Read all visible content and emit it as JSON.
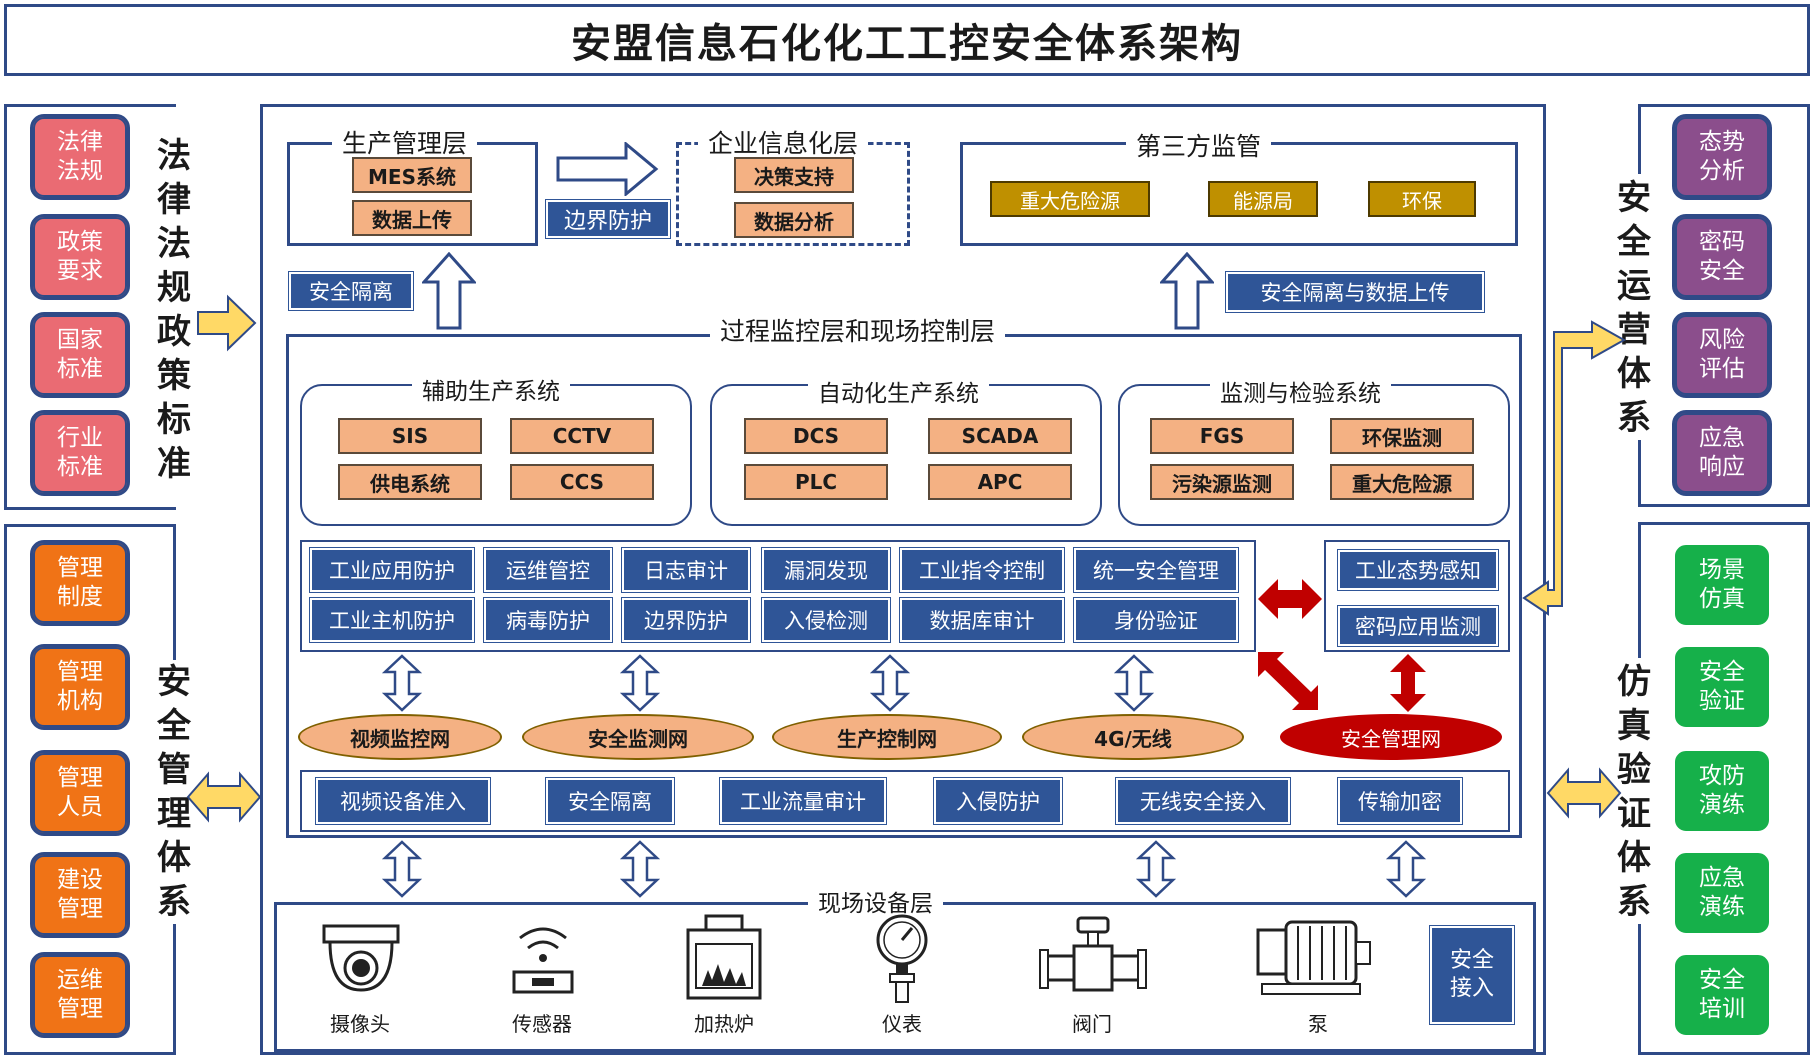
{
  "title": "安盟信息石化化工工控安全体系架构",
  "left_panels": {
    "law": {
      "vertical_title": [
        "法",
        "律",
        "法",
        "规",
        "政",
        "策",
        "标",
        "准"
      ],
      "items": [
        "法律\n法规",
        "政策\n要求",
        "国家\n标准",
        "行业\n标准"
      ]
    },
    "management": {
      "vertical_title": [
        "安",
        "全",
        "管",
        "理",
        "体",
        "系"
      ],
      "items": [
        "管理\n制度",
        "管理\n机构",
        "管理\n人员",
        "建设\n管理",
        "运维\n管理"
      ]
    }
  },
  "right_panels": {
    "operation": {
      "vertical_title": [
        "安",
        "全",
        "运",
        "营",
        "体",
        "系"
      ],
      "items": [
        "态势\n分析",
        "密码\n安全",
        "风险\n评估",
        "应急\n响应"
      ]
    },
    "simulation": {
      "vertical_title": [
        "仿",
        "真",
        "验",
        "证",
        "体",
        "系"
      ],
      "items": [
        "场景\n仿真",
        "安全\n验证",
        "攻防\n演练",
        "应急\n演练",
        "安全\n培训"
      ]
    }
  },
  "top": {
    "production_mgmt": {
      "title": "生产管理层",
      "items": [
        "MES系统",
        "数据上传"
      ]
    },
    "enterprise_info": {
      "title": "企业信息化层",
      "items": [
        "决策支持",
        "数据分析"
      ]
    },
    "border_protection": "边界防护",
    "third_party": {
      "title": "第三方监管",
      "items": [
        "重大危险源",
        "能源局",
        "环保"
      ]
    },
    "security_isolation": "安全隔离",
    "isolation_upload": "安全隔离与数据上传"
  },
  "process": {
    "title": "过程监控层和现场控制层",
    "aux": {
      "title": "辅助生产系统",
      "items": [
        "SIS",
        "CCTV",
        "供电系统",
        "CCS"
      ]
    },
    "auto": {
      "title": "自动化生产系统",
      "items": [
        "DCS",
        "SCADA",
        "PLC",
        "APC"
      ]
    },
    "monitor": {
      "title": "监测与检验系统",
      "items": [
        "FGS",
        "环保监测",
        "污染源监测",
        "重大危险源"
      ]
    },
    "security_row1": [
      "工业应用防护",
      "运维管控",
      "日志审计",
      "漏洞发现",
      "工业指令控制",
      "统一安全管理"
    ],
    "security_row2": [
      "工业主机防护",
      "病毒防护",
      "边界防护",
      "入侵检测",
      "数据库审计",
      "身份验证"
    ],
    "situational": [
      "工业态势感知",
      "密码应用监测"
    ],
    "networks": [
      "视频监控网",
      "安全监测网",
      "生产控制网",
      "4G/无线",
      "安全管理网"
    ],
    "access_row": [
      "视频设备准入",
      "安全隔离",
      "工业流量审计",
      "入侵防护",
      "无线安全接入",
      "传输加密"
    ]
  },
  "field": {
    "title": "现场设备层",
    "devices": [
      {
        "label": "摄像头",
        "icon": "camera-icon"
      },
      {
        "label": "传感器",
        "icon": "sensor-icon"
      },
      {
        "label": "加热炉",
        "icon": "furnace-icon"
      },
      {
        "label": "仪表",
        "icon": "gauge-icon"
      },
      {
        "label": "阀门",
        "icon": "valve-icon"
      },
      {
        "label": "泵",
        "icon": "pump-icon"
      }
    ],
    "secure_access": "安全\n接入"
  },
  "colors": {
    "frame": "#2f4a87",
    "salmon": "#f4b183",
    "navy": "#2f5597",
    "gold": "#bf9000",
    "red": "#c00000",
    "pink": "#ea6b73",
    "orange": "#f07316",
    "purple": "#8b4e8c",
    "green": "#16b04a",
    "arrow_yellow": "#ffd966"
  }
}
